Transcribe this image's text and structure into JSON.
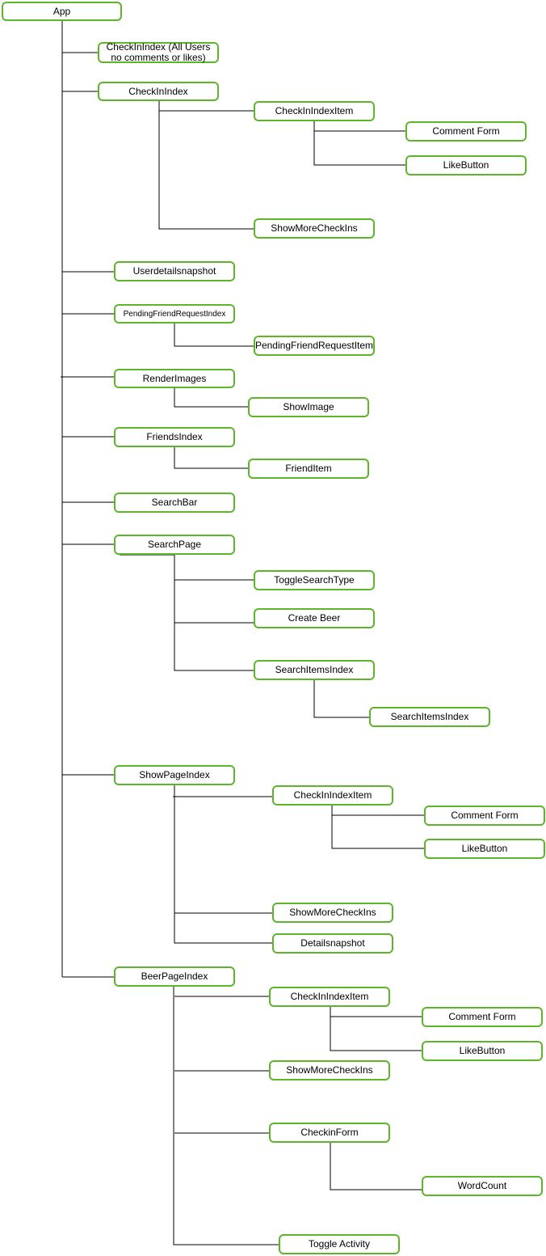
{
  "colors": {
    "node_border": "#5db52a",
    "connector": "#000000",
    "background": "#ffffff"
  },
  "nodes": {
    "app": "App",
    "checkin_index_all": "CheckInIndex (All Users no comments or likes)",
    "checkin_index": "CheckInIndex",
    "checkin_index_item_1": "CheckInIndexItem",
    "comment_form_1": "Comment Form",
    "like_button_1": "LikeButton",
    "show_more_checkins_1": "ShowMoreCheckIns",
    "user_detail_snapshot": "Userdetailsnapshot",
    "pending_friend_request_index": "PendingFriendRequestIndex",
    "pending_friend_request_item": "PendingFriendRequestItem",
    "render_images": "RenderImages",
    "show_image": "ShowImage",
    "friends_index": "FriendsIndex",
    "friend_item": "FriendItem",
    "search_bar": "SearchBar",
    "search_page": "SearchPage",
    "toggle_search_type": "ToggleSearchType",
    "create_beer": "Create Beer",
    "search_items_index_1": "SearchItemsIndex",
    "search_items_index_2": "SearchItemsIndex",
    "show_page_index": "ShowPageIndex",
    "checkin_index_item_2": "CheckInIndexItem",
    "comment_form_2": "Comment Form",
    "like_button_2": "LikeButton",
    "show_more_checkins_2": "ShowMoreCheckIns",
    "detail_snapshot": "Detailsnapshot",
    "beer_page_index": "BeerPageIndex",
    "checkin_index_item_3": "CheckInIndexItem",
    "comment_form_3": "Comment Form",
    "like_button_3": "LikeButton",
    "show_more_checkins_3": "ShowMoreCheckIns",
    "checkin_form": "CheckinForm",
    "word_count": "WordCount",
    "toggle_activity": "Toggle Activity"
  }
}
